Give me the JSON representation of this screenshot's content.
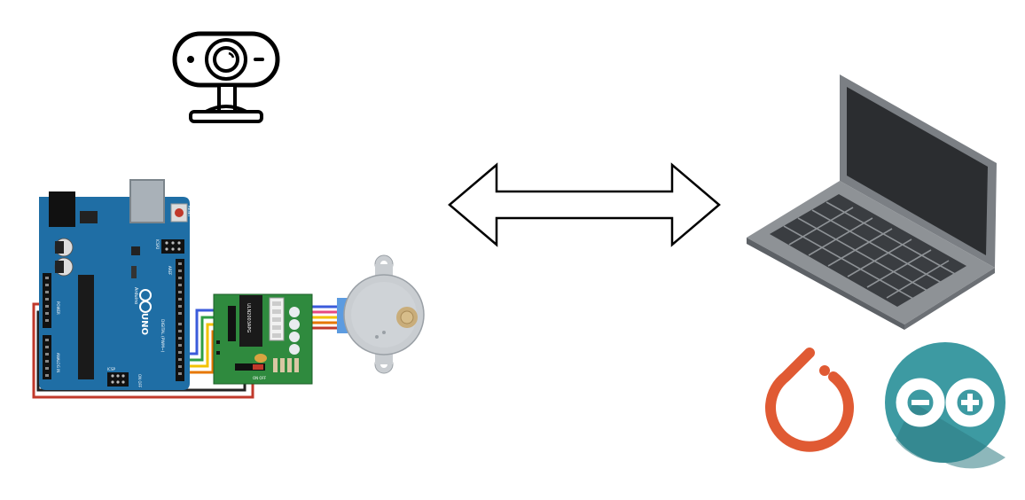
{
  "diagram": {
    "nodes": [
      {
        "id": "webcam",
        "icon": "webcam-icon"
      },
      {
        "id": "arduino-uno",
        "icon": "arduino-uno-board"
      },
      {
        "id": "stepper-driver",
        "icon": "uln2003-driver-board"
      },
      {
        "id": "stepper-motor",
        "icon": "stepper-motor-icon"
      },
      {
        "id": "laptop",
        "icon": "laptop-icon"
      },
      {
        "id": "pytorch",
        "icon": "pytorch-logo"
      },
      {
        "id": "arduino-ide",
        "icon": "arduino-logo"
      }
    ],
    "connections": [
      {
        "type": "bidirectional-arrow",
        "from": "arduino-uno",
        "to": "laptop"
      }
    ]
  },
  "labels": {
    "uno_logo_text": "UNO",
    "arduino_text": "Arduino",
    "driver_chip_text": "ULN2003APG",
    "icsp_text": "ICSP",
    "icsp2_text": "ICSP2",
    "digital_text": "DIGITAL (PWM~)",
    "analog_text": "ANALOG IN",
    "power_text": "POWER",
    "reset_text": "RESET",
    "aref_text": "AREF",
    "gnd_text": "GND",
    "onoff_text": "ON OFF"
  },
  "colors": {
    "board_blue": "#1f6ea5",
    "driver_green": "#2f8a3e",
    "pytorch_orange": "#e05a33",
    "arduino_teal": "#3d9aa2",
    "wire_red": "#c0392b",
    "wire_blue": "#3b5bdb",
    "wire_green": "#2f9e44",
    "wire_yellow": "#f2c200",
    "wire_orange": "#e67700"
  }
}
